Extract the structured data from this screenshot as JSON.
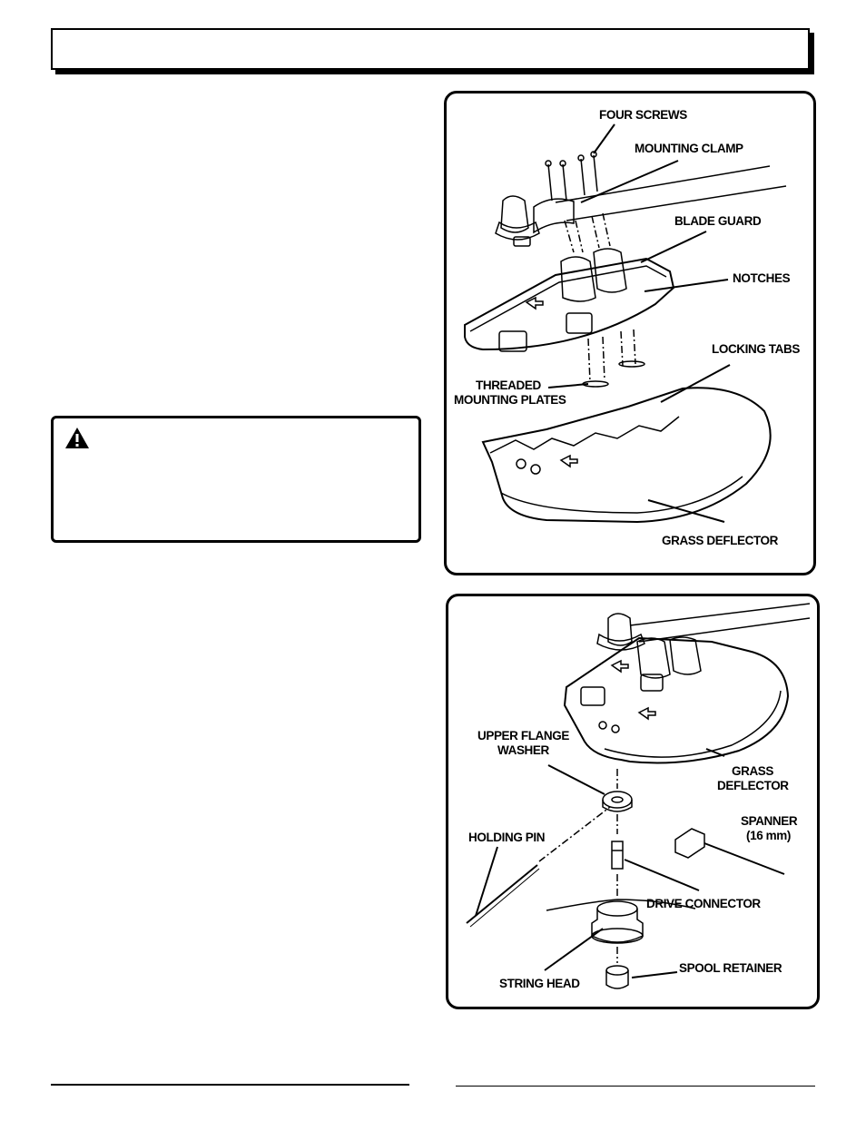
{
  "figure1": {
    "labels": {
      "four_screws": "FOUR SCREWS",
      "mounting_clamp": "MOUNTING CLAMP",
      "blade_guard": "BLADE GUARD",
      "notches": "NOTCHES",
      "locking_tabs": "LOCKING TABS",
      "threaded_1": "THREADED",
      "threaded_2": "MOUNTING PLATES",
      "grass_deflector": "GRASS DEFLECTOR"
    }
  },
  "figure2": {
    "labels": {
      "upper_flange_1": "UPPER FLANGE",
      "upper_flange_2": "WASHER",
      "grass_1": "GRASS",
      "grass_2": "DEFLECTOR",
      "spanner_1": "SPANNER",
      "spanner_2": "(16 mm)",
      "holding_pin": "HOLDING PIN",
      "drive_connector": "DRIVE CONNECTOR",
      "spool_retainer": "SPOOL RETAINER",
      "string_head": "STRING HEAD"
    }
  }
}
